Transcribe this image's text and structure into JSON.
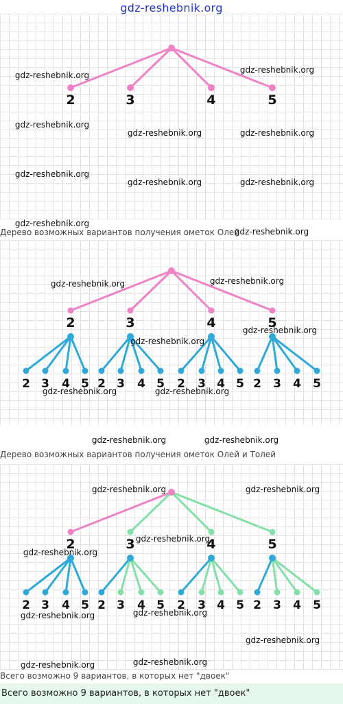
{
  "site_title": "gdz-reshebnik.org",
  "watermark": "gdz-reshebnik.org",
  "diagram1": {
    "caption": "",
    "top_digits": [
      "2",
      "3",
      "4",
      "5"
    ]
  },
  "diagram2": {
    "caption": "Дерево возможных вариантов получения ометок Олей",
    "top_digits": [
      "2",
      "3",
      "4",
      "5"
    ],
    "leaf_digits": [
      "2",
      "3",
      "4",
      "5"
    ]
  },
  "diagram3": {
    "caption": "Дерево возможных вариантов получения ометок Олей и Толей",
    "top_digits": [
      "2",
      "3",
      "4",
      "5"
    ],
    "leaf_digits": [
      "2",
      "3",
      "4",
      "5"
    ]
  },
  "result_line": "Всего возможно 9 вариантов, в которых нет \"двоек\"",
  "footer_text": "Всего возможно 9 вариантов, в которых нет \"двоек\"",
  "colors": {
    "pink": "#ef82c4",
    "blue": "#2ea9d8",
    "green": "#84e0a8",
    "grid": "#e3e3e3"
  }
}
